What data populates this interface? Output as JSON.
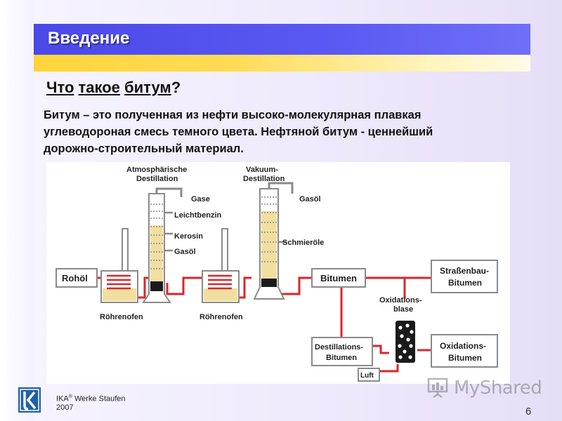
{
  "header": {
    "title": "Введение"
  },
  "question": {
    "w1": "Что",
    "w2": "такое",
    "w3": "битум",
    "mark": "?"
  },
  "definition": {
    "line1": "Битум – это полученная из нефти высоко-молекулярная плавкая",
    "line2": "углеводороная смесь темного цвета. Нефтяной битум - ценнейший",
    "line3": "дорожно-строительный материал."
  },
  "diagram": {
    "atm_title_1": "Atmosphärische",
    "atm_title_2": "Destillation",
    "vac_title_1": "Vakuum-",
    "vac_title_2": "Destillation",
    "gase": "Gase",
    "leichtbenzin": "Leichtbenzin",
    "kerosin": "Kerosin",
    "gasoel_1": "Gasöl",
    "gasoel_2": "Gasöl",
    "schmieroele": "Schmieröle",
    "rohoel": "Rohöl",
    "furnace_1": "Röhrenofen",
    "furnace_2": "Röhrenofen",
    "bitumen": "Bitumen",
    "strassenbau_1": "Straßenbau-",
    "strassenbau_2": "Bitumen",
    "oxblase_1": "Oxidations-",
    "oxblase_2": "blase",
    "dest_bit_1": "Destillations-",
    "dest_bit_2": "Bitumen",
    "ox_bit_1": "Oxidations-",
    "ox_bit_2": "Bitumen",
    "luft": "Luft",
    "colors": {
      "pipe": "#d9262b",
      "box_border": "#8a8a8a",
      "column_fill": "#f2dfa0",
      "dark": "#1a1a1a"
    }
  },
  "footer": {
    "company": "IKA",
    "reg": "®",
    "company_rest": " Werke  Staufen",
    "year": "2007",
    "page": "6"
  },
  "watermark": {
    "text": "MyShared",
    "icon_name": "presentation-board-icon"
  },
  "logo": {
    "icon_name": "ika-logo-icon"
  }
}
